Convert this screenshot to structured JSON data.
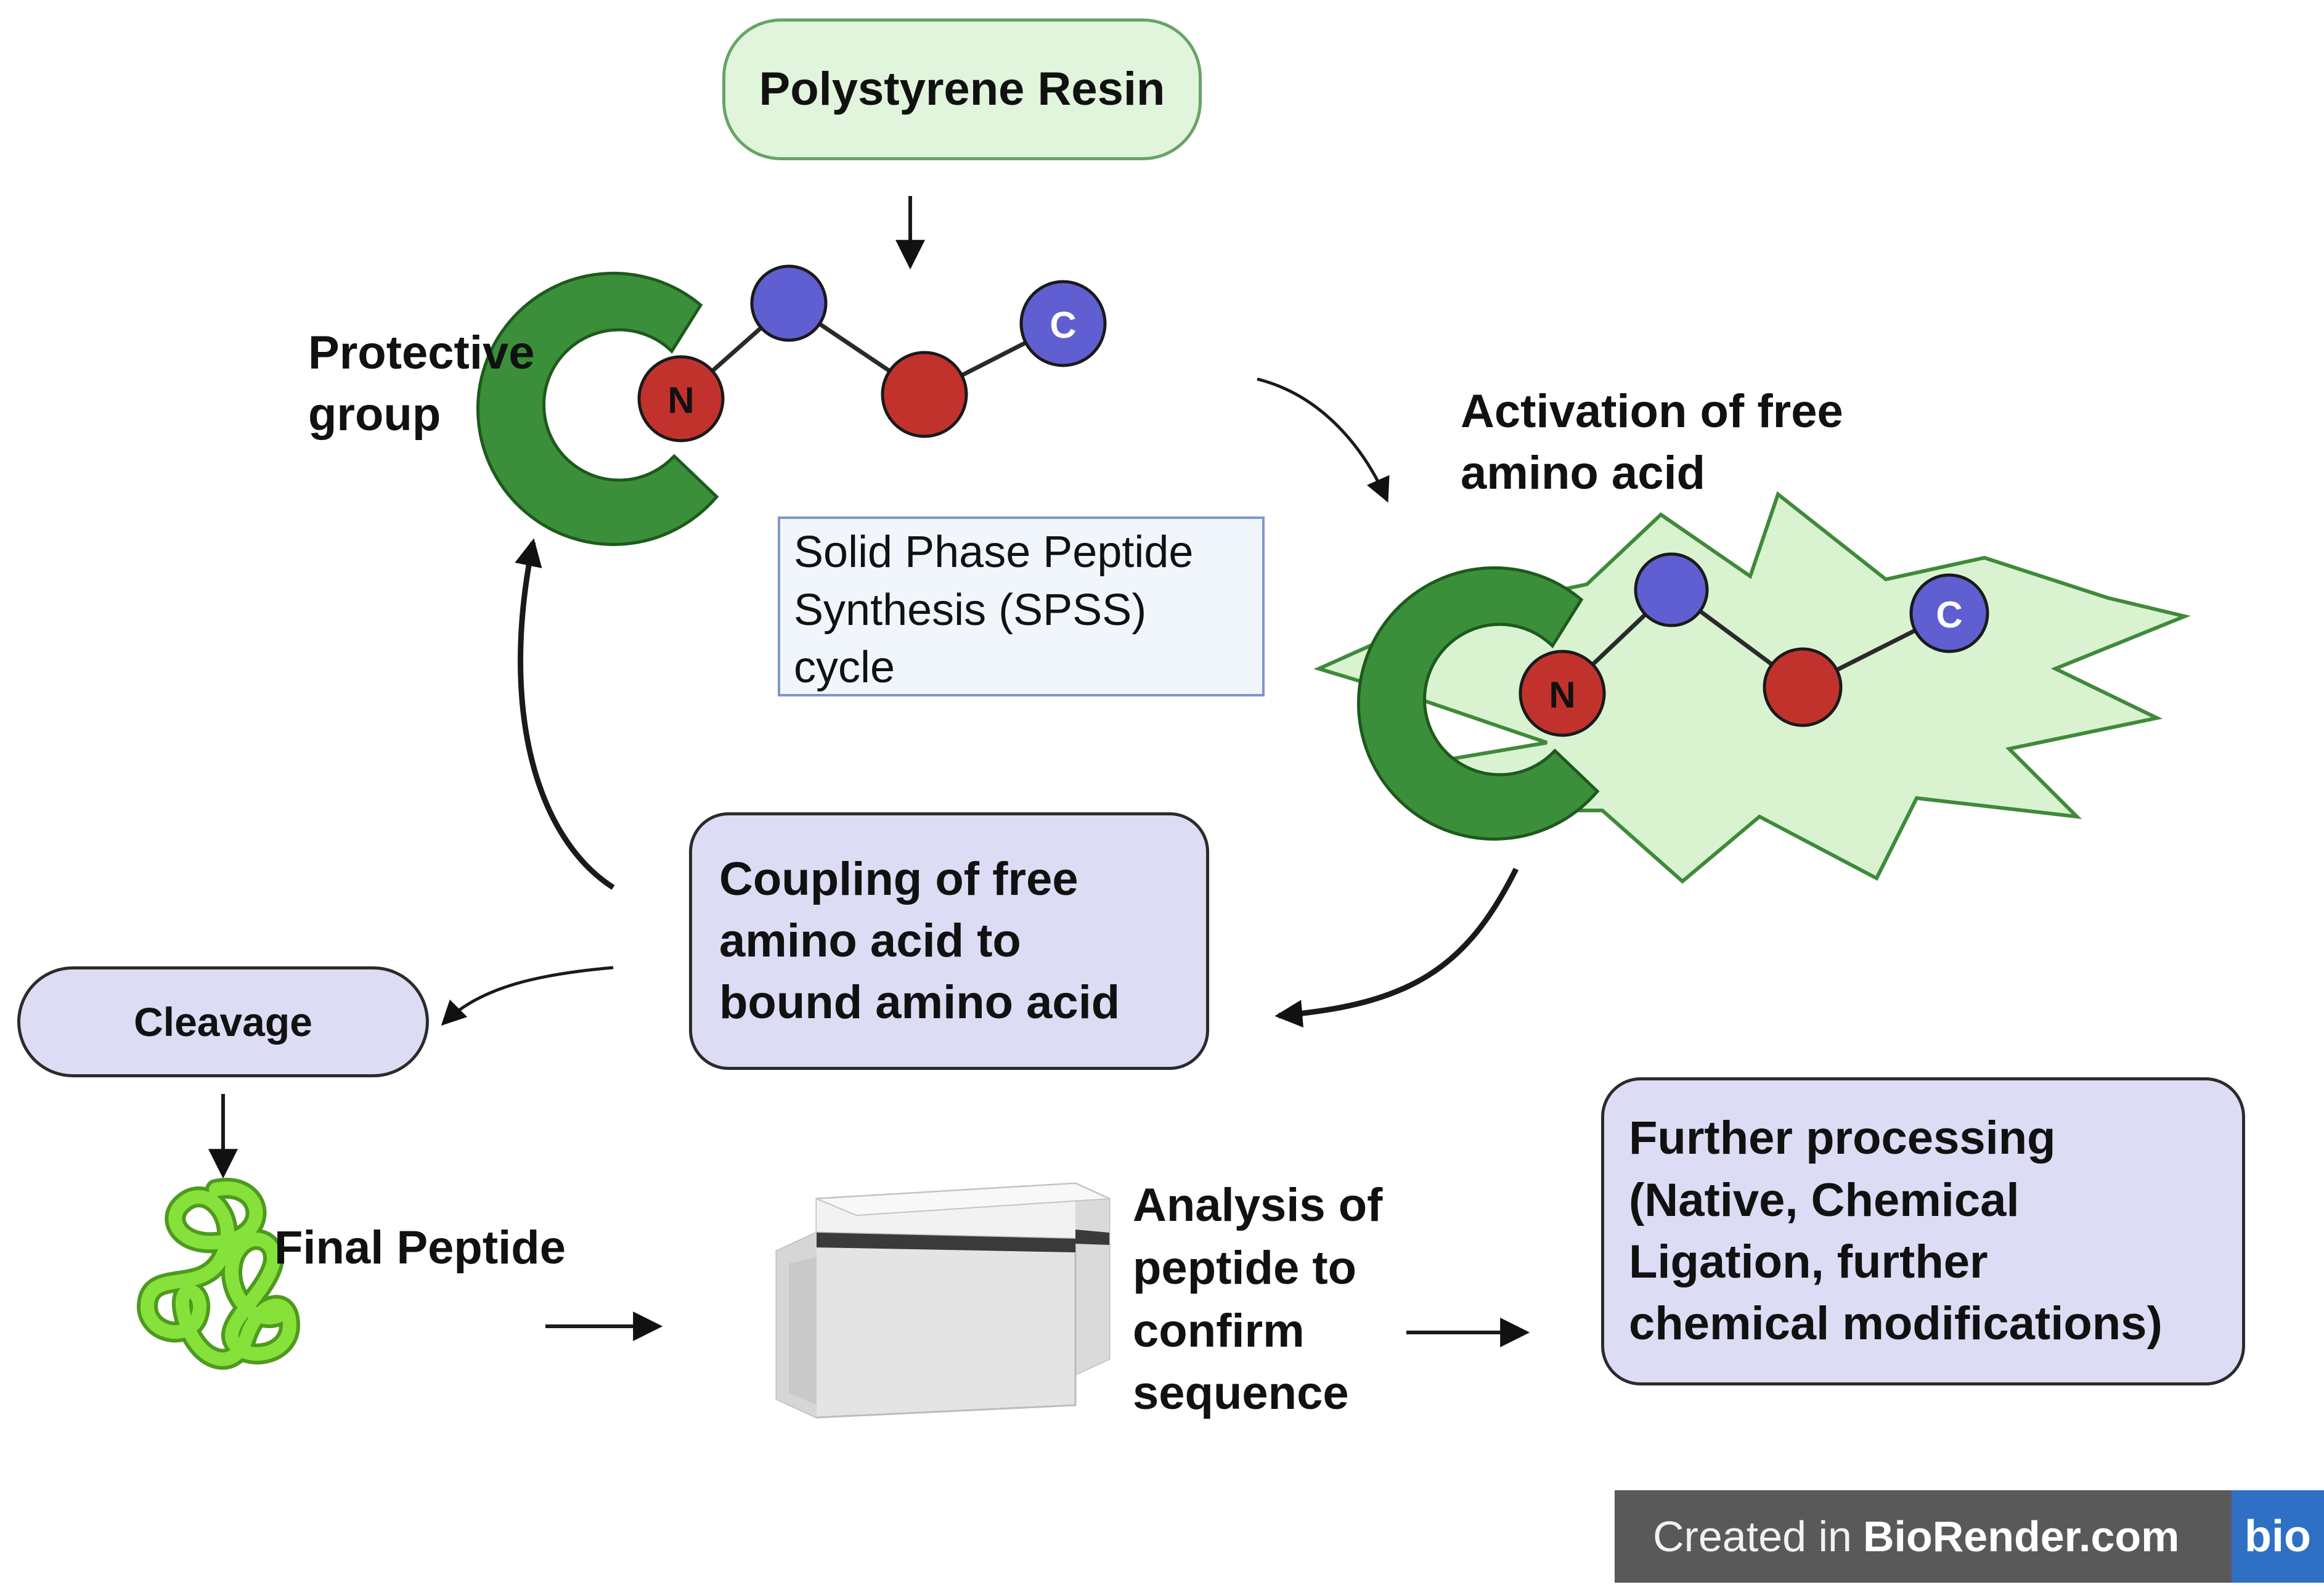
{
  "nodes": {
    "resin": "Polystyrene Resin",
    "protective_group": "Protective\ngroup",
    "activation": "Activation of free\namino acid",
    "spps_cycle": "Solid Phase Peptide\nSynthesis (SPSS)\ncycle",
    "coupling": "Coupling of free\namino acid to\nbound amino acid",
    "cleavage": "Cleavage",
    "final_peptide": "Final Peptide",
    "analysis": "Analysis of\npeptide to\nconfirm\nsequence",
    "further_processing": "Further processing\n(Native, Chemical\nLigation, further\nchemical modifications)"
  },
  "molecule_labels": {
    "n_terminus": "N",
    "c_terminus": "C"
  },
  "watermark": {
    "prefix": "Created in",
    "brand": "BioRender.com",
    "logo": "bio"
  },
  "colors": {
    "protective_group": "#3b8f3a",
    "residue_red": "#c2322d",
    "residue_blue": "#5f5fd1",
    "green_box": "#e0f5dc",
    "purple_box": "#dcdcf4",
    "peptide_green": "#7edd2c",
    "biorender_blue": "#2f70c4"
  }
}
